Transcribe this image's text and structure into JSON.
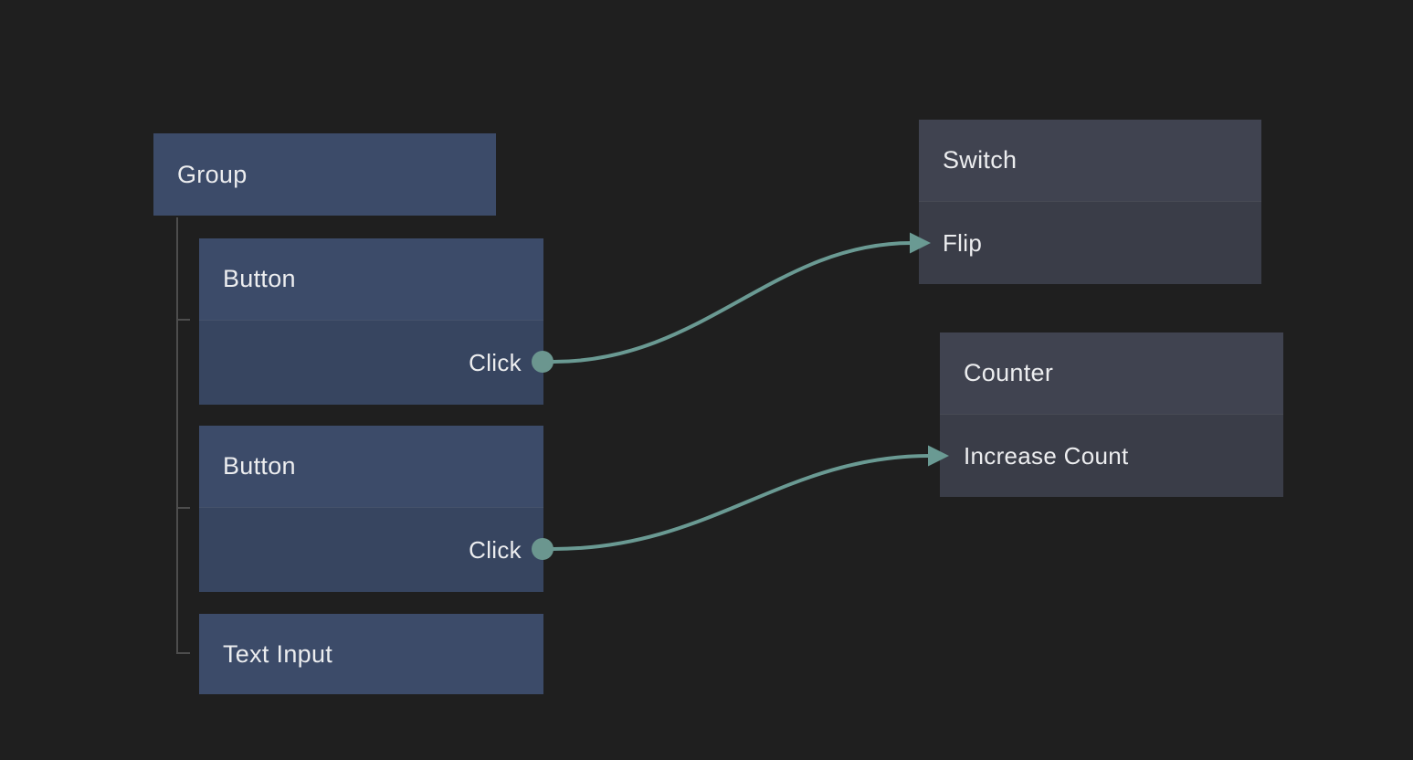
{
  "canvas": {
    "background": "#1F1F1F"
  },
  "colors": {
    "edge": "#6A9A93",
    "port": "#6B968F",
    "tree_line": "#4D4D4D",
    "left_node_header": "#3C4B69",
    "left_node_body": "#374560",
    "right_node_header": "#404350",
    "right_node_body": "#3A3D48",
    "text": "#ECEDEF"
  },
  "nodes": {
    "group": {
      "title": "Group"
    },
    "button1": {
      "title": "Button",
      "output_port": "Click"
    },
    "button2": {
      "title": "Button",
      "output_port": "Click"
    },
    "text_input": {
      "title": "Text Input"
    },
    "switch": {
      "title": "Switch",
      "input_port": "Flip"
    },
    "counter": {
      "title": "Counter",
      "input_port": "Increase Count"
    }
  },
  "hierarchy": {
    "parent": "Group",
    "children": [
      "Button",
      "Button",
      "Text Input"
    ]
  },
  "edges": [
    {
      "from": "Button 1 / Click",
      "to": "Switch / Flip"
    },
    {
      "from": "Button 2 / Click",
      "to": "Counter / Increase Count"
    }
  ]
}
